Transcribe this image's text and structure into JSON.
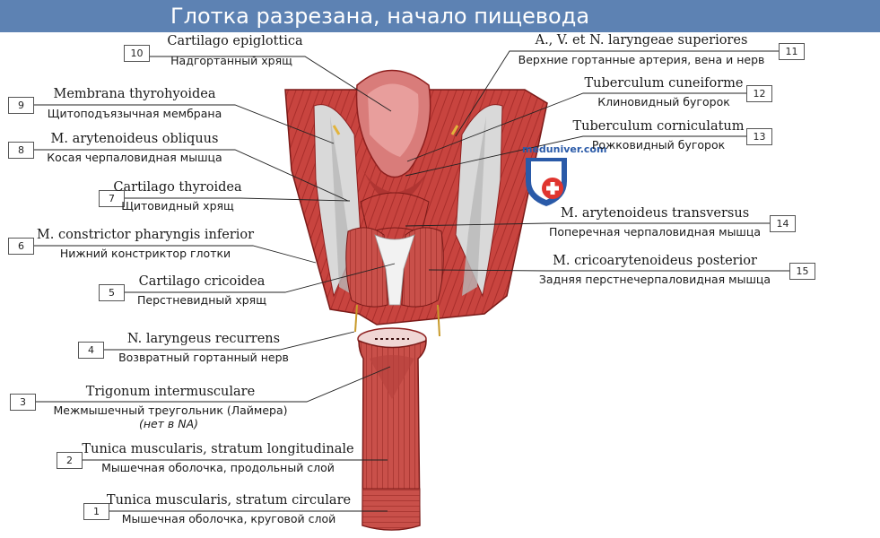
{
  "title": "Глотка разрезана, начало пищевода",
  "watermark": "meduniver.com",
  "labels": [
    {
      "num": "10",
      "latin": "Cartilago epiglottica",
      "russian": "Надгортанный хрящ"
    },
    {
      "num": "9",
      "latin": "Membrana thyrohyoidea",
      "russian": "Щитоподъязычная мембрана"
    },
    {
      "num": "8",
      "latin": "M. arytenoideus obliquus",
      "russian": "Косая черпаловидная мышца"
    },
    {
      "num": "7",
      "latin": "Cartilago thyroidea",
      "russian": "Щитовидный хрящ"
    },
    {
      "num": "6",
      "latin": "M. constrictor pharyngis inferior",
      "russian": "Нижний констриктор глотки"
    },
    {
      "num": "5",
      "latin": "Cartilago cricoidea",
      "russian": "Перстневидный хрящ"
    },
    {
      "num": "4",
      "latin": "N. laryngeus recurrens",
      "russian": "Возвратный гортанный нерв"
    },
    {
      "num": "3",
      "latin": "Trigonum intermusculare",
      "russian": "Межмышечный треугольник (Лаймера)",
      "note": "(нет в NA)"
    },
    {
      "num": "2",
      "latin": "Tunica muscularis, stratum longitudinale",
      "russian": "Мышечная оболочка, продольный слой"
    },
    {
      "num": "1",
      "latin": "Tunica muscularis, stratum circulare",
      "russian": "Мышечная оболочка, круговой слой"
    },
    {
      "num": "11",
      "latin": "A., V. et N. laryngeae superiores",
      "russian": "Верхние гортанные артерия, вена и нерв"
    },
    {
      "num": "12",
      "latin": "Tuberculum cuneiforme",
      "russian": "Клиновидный бугорок"
    },
    {
      "num": "13",
      "latin": "Tuberculum corniculatum",
      "russian": "Рожковидный бугорок"
    },
    {
      "num": "14",
      "latin": "M. arytenoideus transversus",
      "russian": "Поперечная черпаловидная мышца"
    },
    {
      "num": "15",
      "latin": "M. cricoarytenoideus posterior",
      "russian": "Задняя перстнечерпаловидная мышца"
    }
  ],
  "colors": {
    "title_bar": "#5d82b3",
    "muscle": "#c8443f",
    "muscle_dark": "#8e1f1e",
    "mucosa": "#e9a4a2",
    "cartilage": "#d6d6d6"
  }
}
